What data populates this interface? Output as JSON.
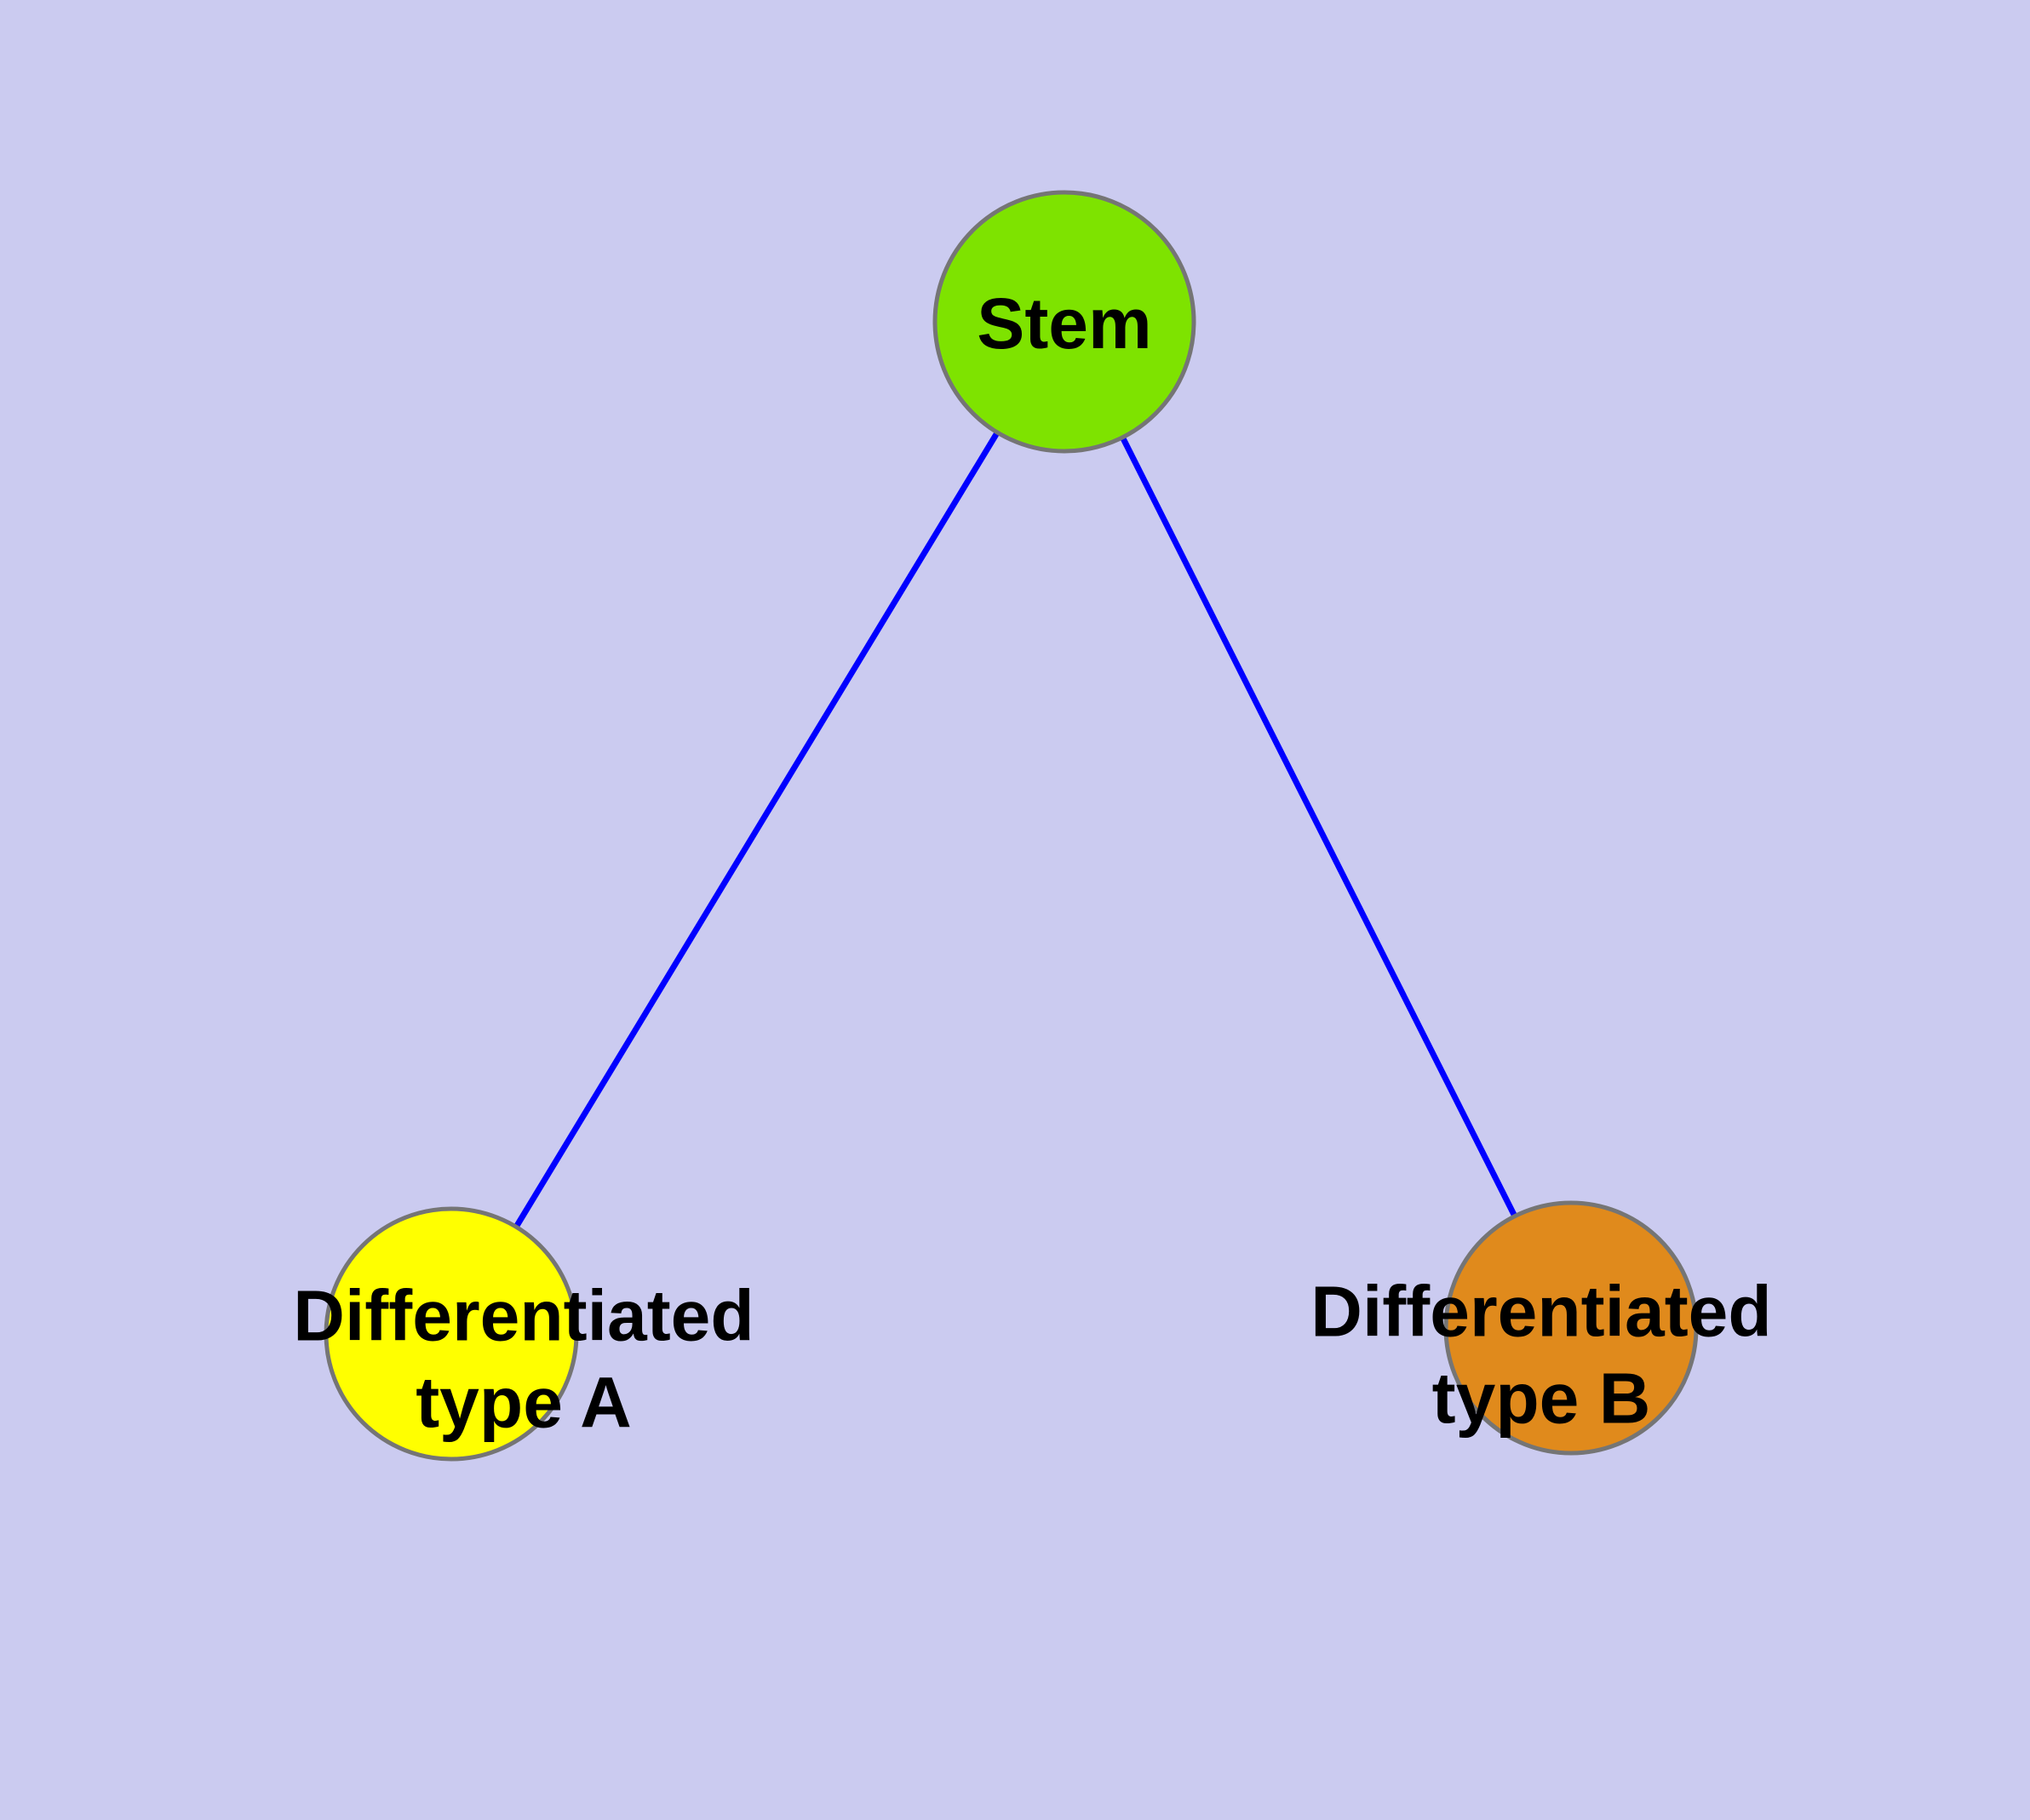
{
  "diagram": {
    "background_color": "#cbcbf0",
    "edge_color": "#0000ff",
    "node_border_color": "#757575",
    "nodes": [
      {
        "id": "stem",
        "label": "Stem",
        "label_lines": [
          "Stem"
        ],
        "color": "#7ee300"
      },
      {
        "id": "differentiated-type-a",
        "label": "Differentiated type A",
        "label_lines": [
          "Differentiated",
          "type A"
        ],
        "color": "#ffff00"
      },
      {
        "id": "differentiated-type-b",
        "label": "Differentiated type B",
        "label_lines": [
          "Differentiated",
          "type B"
        ],
        "color": "#e08a1c"
      }
    ],
    "edges": [
      {
        "from": "Stem",
        "to": "Differentiated type A"
      },
      {
        "from": "Stem",
        "to": "Differentiated type B"
      }
    ]
  }
}
